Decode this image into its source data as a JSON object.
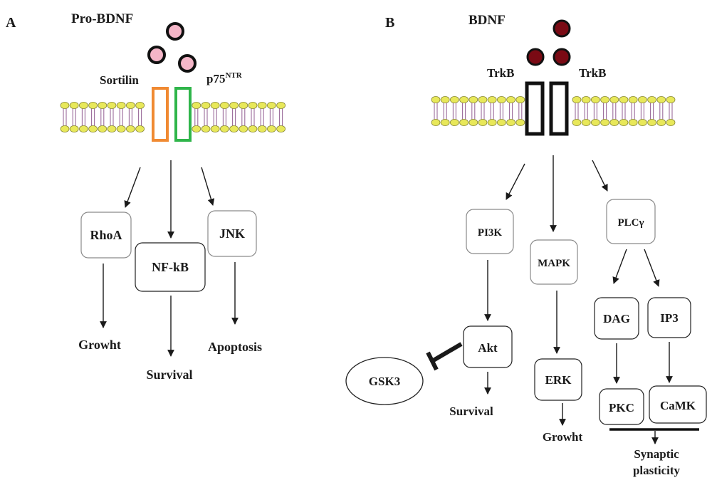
{
  "panel_a": {
    "panel_label": "A",
    "ligand_label": "Pro-BDNF",
    "receptor_left_label": "Sortilin",
    "receptor_right_label": "p75",
    "receptor_right_superscript": "NTR",
    "nodes": {
      "rhoa": "RhoA",
      "nfkb": "NF-kB",
      "jnk": "JNK"
    },
    "outcomes": {
      "growth": "Growht",
      "survival": "Survival",
      "apoptosis": "Apoptosis"
    }
  },
  "panel_b": {
    "panel_label": "B",
    "ligand_label": "BDNF",
    "receptor_left_label": "TrkB",
    "receptor_right_label": "TrkB",
    "nodes": {
      "pi3k": "PI3K",
      "mapk": "MAPK",
      "plcg": "PLCγ",
      "akt": "Akt",
      "gsk3": "GSK3",
      "erk": "ERK",
      "dag": "DAG",
      "ip3": "IP3",
      "pkc": "PKC",
      "camk": "CaMK"
    },
    "outcomes": {
      "survival": "Survival",
      "growth": "Growht",
      "synaptic_line1": "Synaptic",
      "synaptic_line2": "plasticity"
    }
  },
  "colors": {
    "pro_bdnf_ligand": "#f4b6c8",
    "bdnf_ligand": "#7a0a14",
    "sortilin": "#f08a32",
    "p75": "#2fb54a",
    "trkb": "#111111",
    "lipid_head": "#e8e85a"
  }
}
